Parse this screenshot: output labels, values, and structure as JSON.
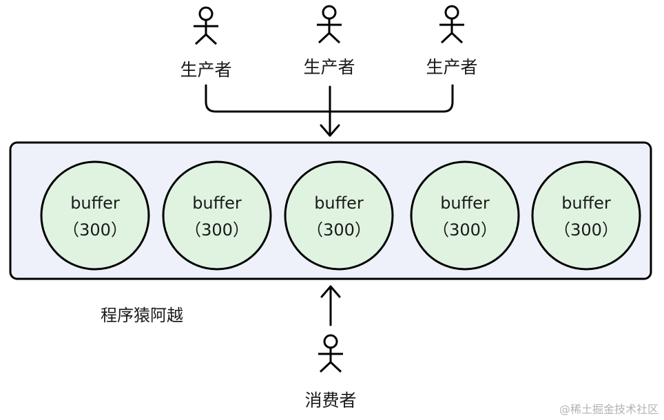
{
  "producers": [
    {
      "icon": "person-icon",
      "label": "生产者"
    },
    {
      "icon": "person-icon",
      "label": "生产者"
    },
    {
      "icon": "person-icon",
      "label": "生产者"
    }
  ],
  "buffers": [
    {
      "name": "buffer",
      "size": "（300）"
    },
    {
      "name": "buffer",
      "size": "（300）"
    },
    {
      "name": "buffer",
      "size": "（300）"
    },
    {
      "name": "buffer",
      "size": "（300）"
    },
    {
      "name": "buffer",
      "size": "（300）"
    }
  ],
  "consumer": {
    "icon": "person-icon",
    "label": "消费者"
  },
  "caption": "程序猿阿越",
  "watermark": "@稀土掘金技术社区",
  "colors": {
    "pool_fill": "#eef1f9",
    "pool_stroke": "#000000",
    "buffer_fill": "#dff3e0",
    "buffer_stroke": "#000000",
    "line": "#000000"
  }
}
